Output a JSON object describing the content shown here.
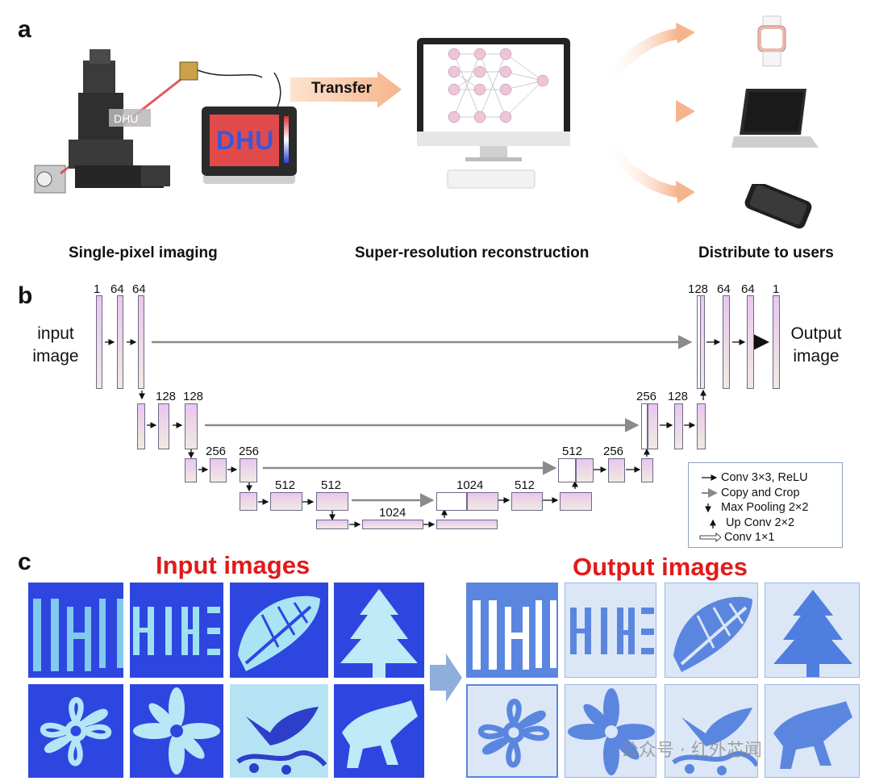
{
  "panels": {
    "a": "a",
    "b": "b",
    "c": "c"
  },
  "panel_a": {
    "screen_text": "DHU",
    "sample_text": "DHU",
    "arrow_label": "Transfer",
    "captions": {
      "single_pixel": "Single-pixel imaging",
      "super_resolution": "Super-resolution reconstruction",
      "distribute": "Distribute to users"
    }
  },
  "panel_b": {
    "input_label_line1": "input",
    "input_label_line2": "image",
    "output_label_line1": "Output",
    "output_label_line2": "image",
    "channels": {
      "e1": [
        "1",
        "64",
        "64"
      ],
      "e2": [
        "128",
        "128"
      ],
      "e3": [
        "256",
        "256"
      ],
      "e4": [
        "512",
        "512"
      ],
      "bottom": [
        "1024"
      ],
      "d4": [
        "1024",
        "512"
      ],
      "d3": [
        "512",
        "256"
      ],
      "d2": [
        "256",
        "128"
      ],
      "d1": [
        "128",
        "64",
        "64",
        "1"
      ]
    },
    "legend": [
      {
        "symbol": "black-arrow",
        "label": "Conv 3×3, ReLU"
      },
      {
        "symbol": "gray-arrow",
        "label": "Copy and Crop"
      },
      {
        "symbol": "down-arrow",
        "label": "Max Pooling 2×2"
      },
      {
        "symbol": "up-arrow",
        "label": "Up Conv 2×2"
      },
      {
        "symbol": "hollow-arrow",
        "label": "Conv 1×1"
      }
    ],
    "colors": {
      "feature_map_top": "#e9c6ef",
      "feature_map_bottom": "#f1eadf",
      "skip_arrow": "#8a8a8a"
    }
  },
  "panel_c": {
    "input_title": "Input images",
    "output_title": "Output images",
    "tiles": [
      "DHU",
      "HIAS",
      "leaf",
      "tree",
      "flower-wheel",
      "flower-star",
      "bird",
      "wolf"
    ],
    "input_bg": "#2f3fe0",
    "output_bg": "#d6e3f5",
    "output_fg": "#4f7ee0",
    "watermark": "公众号 · 红外芯闻"
  }
}
